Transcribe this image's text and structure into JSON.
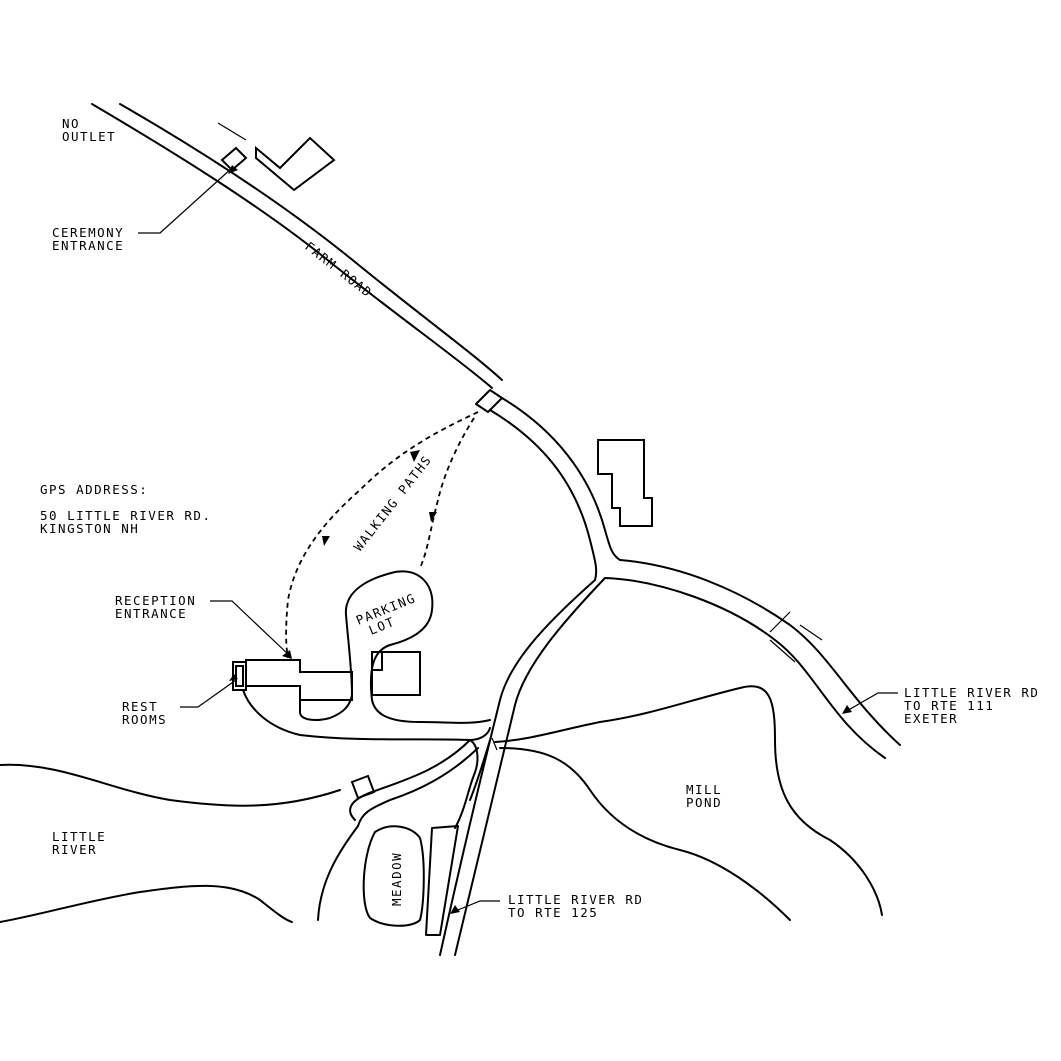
{
  "labels": {
    "no_outlet": [
      "NO",
      "OUTLET"
    ],
    "ceremony_entrance": [
      "CEREMONY",
      "ENTRANCE"
    ],
    "farm_road": "FARM ROAD",
    "walking_paths": "WALKING PATHS",
    "gps_title": "GPS ADDRESS:",
    "gps_address": [
      "50 LITTLE RIVER RD.",
      "KINGSTON NH"
    ],
    "reception_entrance": [
      "RECEPTION",
      "ENTRANCE"
    ],
    "parking_lot": [
      "PARKING",
      "LOT"
    ],
    "rest_rooms": [
      "REST",
      "ROOMS"
    ],
    "little_river_rd_111": [
      "LITTLE RIVER RD",
      "TO RTE 111",
      "EXETER"
    ],
    "mill_pond": [
      "MILL",
      "POND"
    ],
    "little_river": [
      "LITTLE",
      "RIVER"
    ],
    "meadow": "MEADOW",
    "little_river_rd_125": [
      "LITTLE RIVER RD",
      "TO RTE 125"
    ]
  },
  "colors": {
    "ink": "#000000",
    "paper": "#ffffff"
  }
}
